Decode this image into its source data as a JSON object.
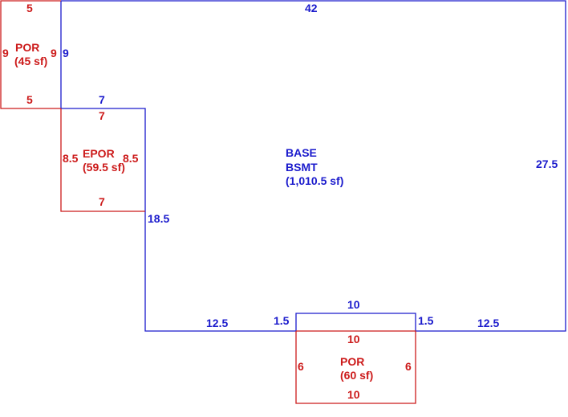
{
  "colors": {
    "base": "#1a1acc",
    "porch": "#cc1a1a"
  },
  "base_area": {
    "name_line1": "BASE",
    "name_line2": "BSMT",
    "area": "(1,010.5 sf)",
    "dims": {
      "top": "42",
      "right": "27.5",
      "left_top_segment": "9",
      "notch_top": "7",
      "left_lower_segment": "18.5",
      "bottom_left": "12.5",
      "bump_left": "1.5",
      "bump_top": "10",
      "bump_right": "1.5",
      "bottom_right": "12.5"
    }
  },
  "por_top_left": {
    "name": "POR",
    "area": "(45 sf)",
    "dims": {
      "top": "5",
      "bottom": "5",
      "left": "9",
      "right": "9"
    }
  },
  "epor": {
    "name": "EPOR",
    "area": "(59.5 sf)",
    "dims": {
      "top": "7",
      "bottom": "7",
      "left": "8.5",
      "right": "8.5"
    }
  },
  "por_bottom": {
    "name": "POR",
    "area": "(60 sf)",
    "dims": {
      "top": "10",
      "bottom": "10",
      "left": "6",
      "right": "6"
    }
  }
}
